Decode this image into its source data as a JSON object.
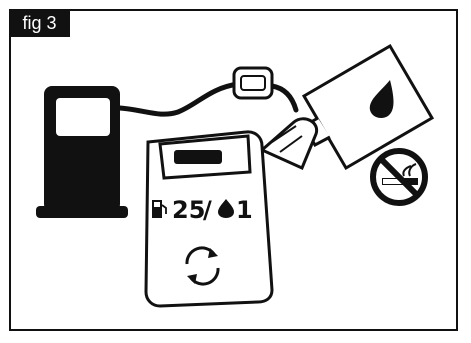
{
  "figure": {
    "tag": "fig 3"
  },
  "can": {
    "ratio_fuel": "25",
    "ratio_separator": "/",
    "ratio_oil": "1",
    "fuel_icon": "fuel-pump-icon",
    "oil_icon": "oil-drop-icon",
    "mix_icon": "rotate-arrows-icon"
  },
  "warning": {
    "icon": "no-smoking-icon"
  },
  "colors": {
    "ink": "#111111",
    "paper": "#ffffff"
  }
}
